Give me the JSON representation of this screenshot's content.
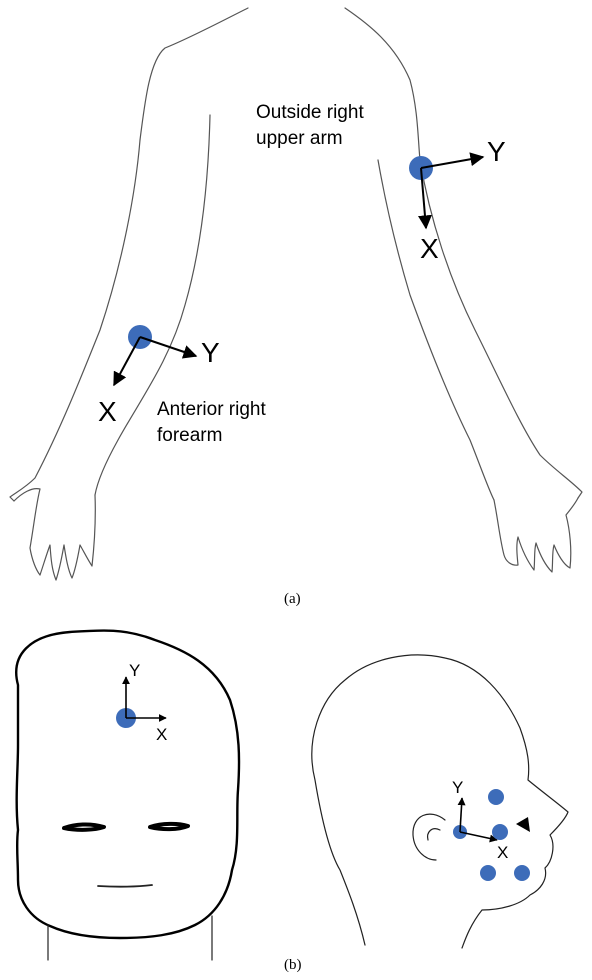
{
  "panel_a": {
    "upper_arm_label_line1": "Outside right",
    "upper_arm_label_line2": "upper arm",
    "forearm_label_line1": "Anterior right",
    "forearm_label_line2": "forearm",
    "upper_arm_axes": {
      "y": "Y",
      "x": "X"
    },
    "forearm_axes": {
      "y": "Y",
      "x": "X"
    },
    "caption": "(a)"
  },
  "panel_b": {
    "front_axes": {
      "y": "Y",
      "x": "X"
    },
    "side_axes": {
      "y": "Y",
      "x": "X"
    },
    "caption": "(b)"
  },
  "colors": {
    "marker": "#3d6cb9",
    "outline": "#555555"
  }
}
